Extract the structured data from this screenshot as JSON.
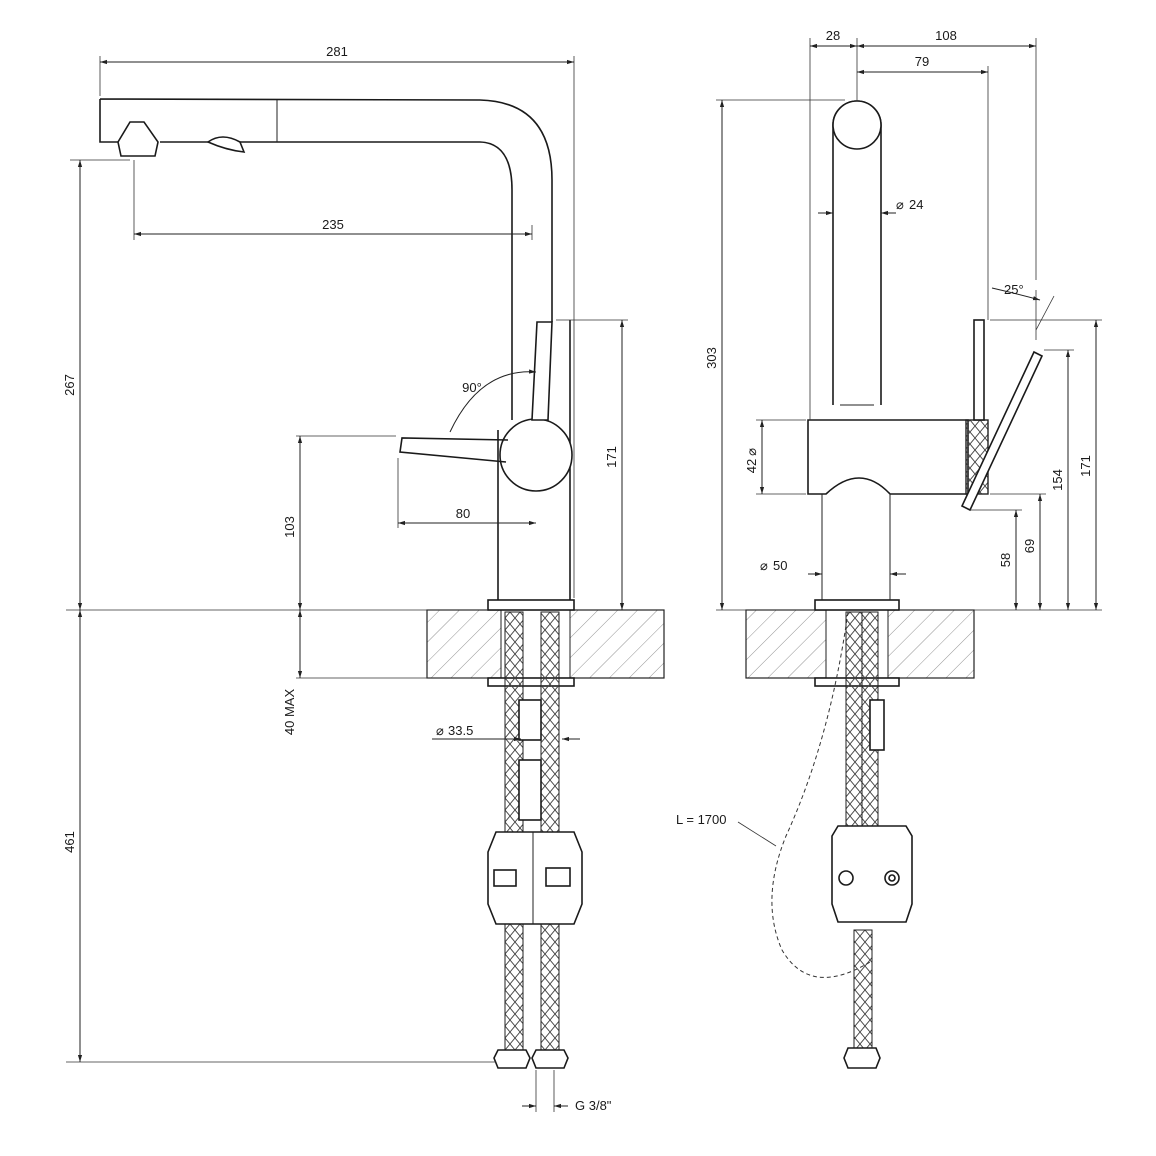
{
  "dimensions": {
    "width_281": "281",
    "reach_235": "235",
    "height_267": "267",
    "lever_angle_90": "90°",
    "lever_80": "80",
    "height_103": "103",
    "height_171_front": "171",
    "deck_40_max": "40 MAX",
    "hole_33_5": "33.5",
    "below_461": "461",
    "thread_g38": "G 3/8\"",
    "top_28": "28",
    "top_108": "108",
    "top_79": "79",
    "spout_dia_24": "24",
    "tilt_25": "25°",
    "height_303": "303",
    "body_dia_42": "42",
    "base_dia_50": "50",
    "hose_length": "L = 1700",
    "side_58": "58",
    "side_69": "69",
    "side_154": "154",
    "side_171": "171"
  },
  "symbols": {
    "diameter": "⌀"
  }
}
